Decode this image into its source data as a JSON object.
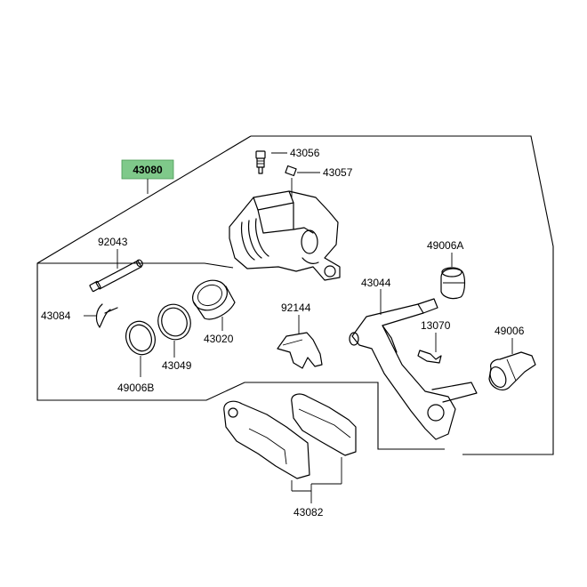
{
  "highlight_color": "#7fc98a",
  "assembly_label": "43080",
  "labels": {
    "p43056": "43056",
    "p43057": "43057",
    "p92043": "92043",
    "p49006A": "49006A",
    "p43044": "43044",
    "p43084": "43084",
    "p92144": "92144",
    "p13070": "13070",
    "p43020": "43020",
    "p49006": "49006",
    "p43049": "43049",
    "p49006B": "49006B",
    "p43082": "43082"
  }
}
